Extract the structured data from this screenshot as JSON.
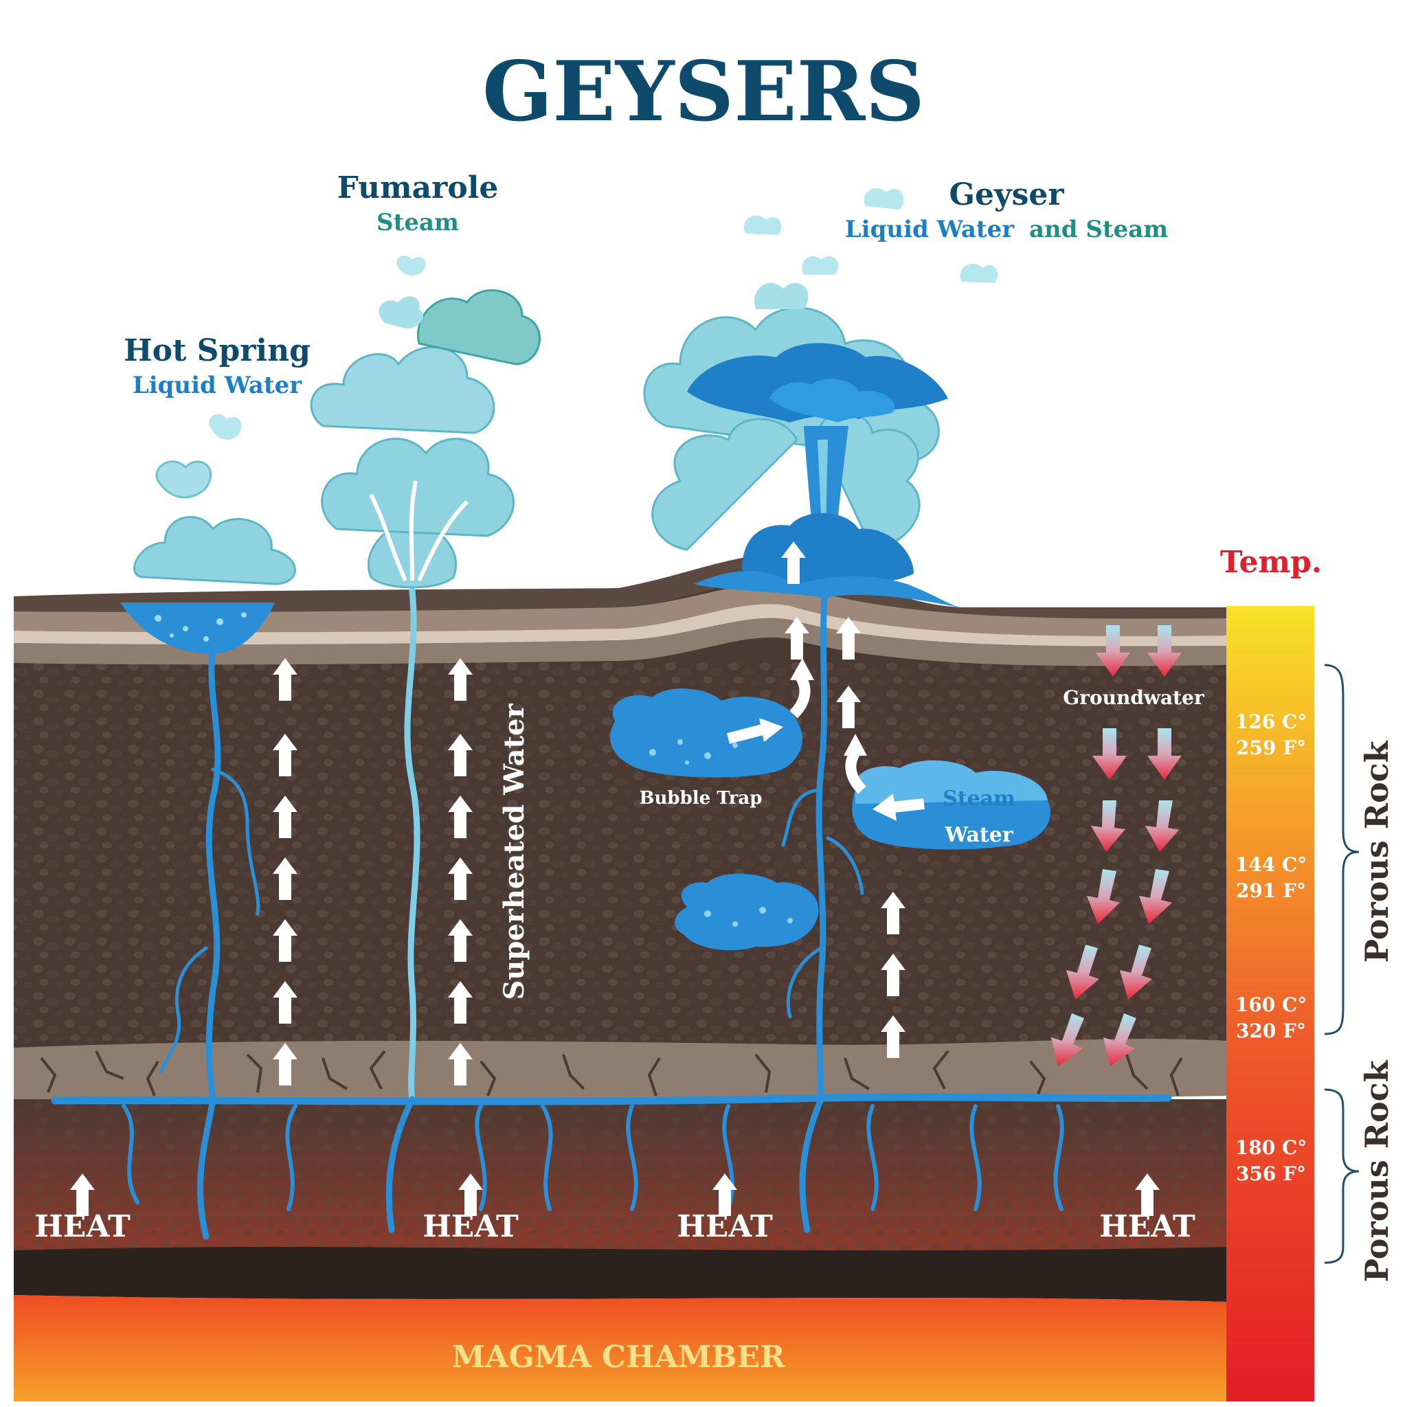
{
  "title": "GEYSERS",
  "features": {
    "hot_spring": {
      "name": "Hot Spring",
      "content": "Liquid Water"
    },
    "fumarole": {
      "name": "Fumarole",
      "content": "Steam"
    },
    "geyser": {
      "name": "Geyser",
      "content_a": "Liquid Water",
      "content_b": "and Steam"
    }
  },
  "labels": {
    "superheated_water": "Superheated Water",
    "bubble_trap": "Bubble Trap",
    "steam": "Steam",
    "water": "Water",
    "groundwater": "Groundwater",
    "heat": [
      "HEAT",
      "HEAT",
      "HEAT",
      "HEAT"
    ],
    "magma_chamber": "MAGMA CHAMBER"
  },
  "temperature": {
    "title": "Temp.",
    "readings": [
      {
        "c": "126 C°",
        "f": "259 F°"
      },
      {
        "c": "144 C°",
        "f": "291 F°"
      },
      {
        "c": "160 C°",
        "f": "320 F°"
      },
      {
        "c": "180 C°",
        "f": "356 F°"
      }
    ]
  },
  "zones": [
    "Porous Rock",
    "Porous Rock"
  ],
  "colors": {
    "title": "#0d4a6b",
    "teal_text": "#1f8f86",
    "blue_text": "#1b7fc8",
    "temp_red": "#e0202a",
    "rock_dark": "#4a3a33",
    "water_blue": "#2a8fd6",
    "magma": "#f07a23"
  }
}
